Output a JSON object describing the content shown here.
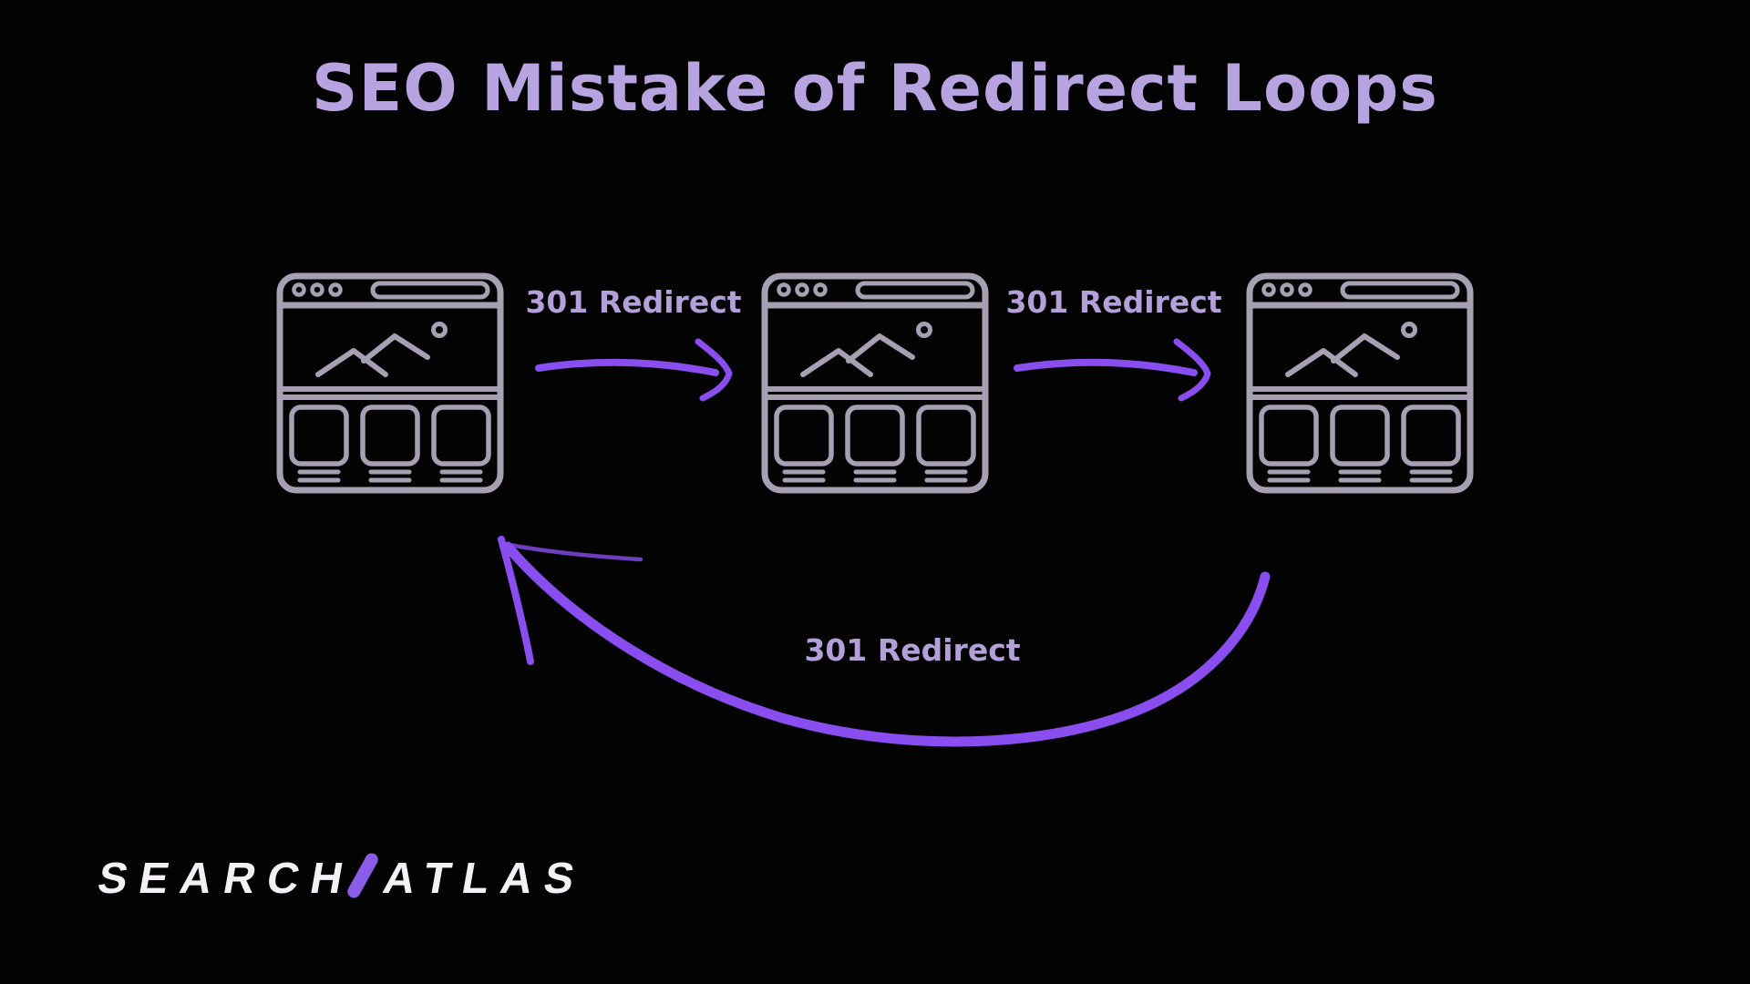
{
  "title": {
    "text": "SEO Mistake of Redirect Loops"
  },
  "diagram": {
    "websites": [
      {
        "id": "website-1"
      },
      {
        "id": "website-2"
      },
      {
        "id": "website-3"
      }
    ],
    "redirects": [
      {
        "label": "301 Redirect",
        "from": "website-1",
        "to": "website-2"
      },
      {
        "label": "301 Redirect",
        "from": "website-2",
        "to": "website-3"
      },
      {
        "label": "301 Redirect",
        "from": "website-3",
        "to": "website-1"
      }
    ]
  },
  "colors": {
    "background": "#030303",
    "title_text": "#b6a3e0",
    "label_text": "#b3a0d8",
    "arrow": "#8a4ef0",
    "icon_stroke": "#a6a0b2",
    "logo_text": "#f3f1f6",
    "logo_slash": "#8a5ce8"
  },
  "footer": {
    "logo": {
      "first": "SEARCH",
      "second": "ATLAS"
    }
  }
}
